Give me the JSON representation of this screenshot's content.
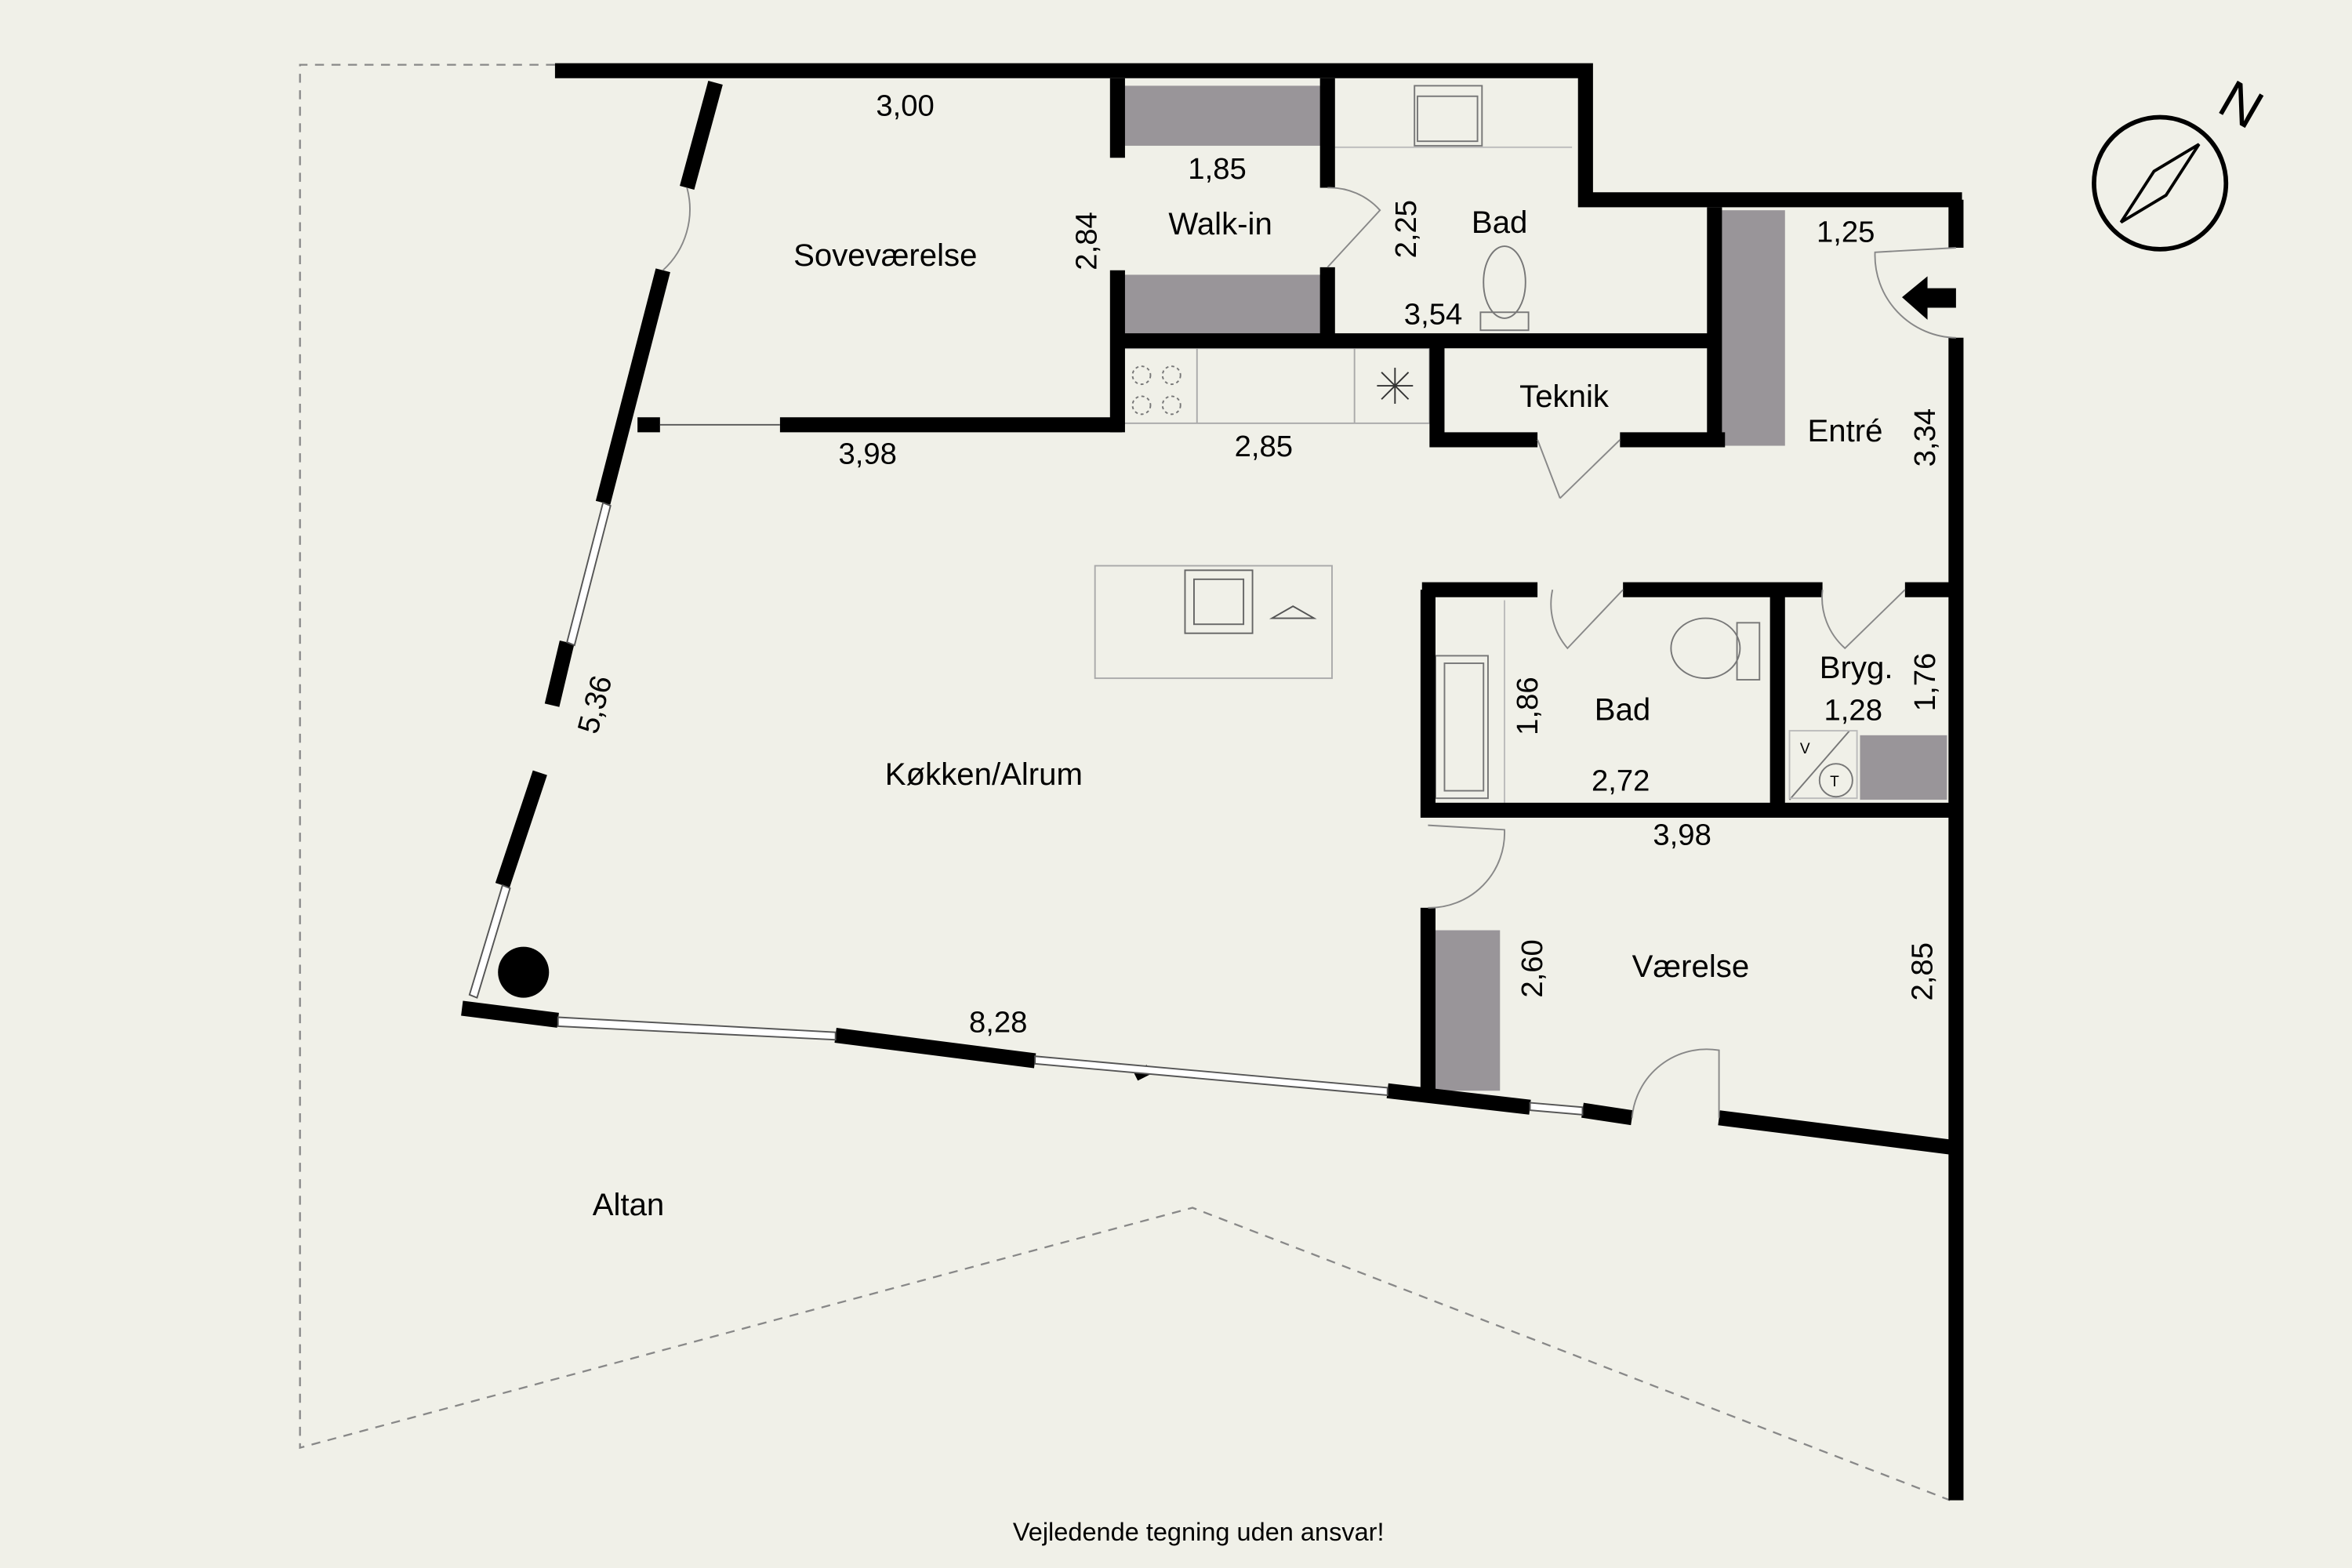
{
  "rooms": {
    "bedroom": "Soveværelse",
    "walkin": "Walk-in",
    "bath1": "Bad",
    "technical": "Teknik",
    "entrance": "Entré",
    "kitchen": "Køkken/Alrum",
    "bath2": "Bad",
    "utility": "Bryg.",
    "room": "Værelse",
    "balcony": "Altan"
  },
  "dimensions": {
    "bedroom_top": "3,00",
    "bedroom_side": "2,84",
    "bedroom_bottom": "3,98",
    "walkin_width": "1,85",
    "bath1_side": "2,25",
    "bath1_bottom": "3,54",
    "entrance_top": "1,25",
    "entrance_side": "3,34",
    "kitchen_counter": "2,85",
    "left_wall": "5,36",
    "bottom_wall": "8,28",
    "bath2_side": "1,86",
    "bath2_bottom": "2,72",
    "utility_width": "1,28",
    "utility_side": "1,76",
    "room_top": "3,98",
    "room_side": "2,60",
    "right_side": "2,85"
  },
  "fixtures": {
    "washer": "V",
    "dryer": "T"
  },
  "compass": {
    "north": "N"
  },
  "footer": "Vejledende tegning uden ansvar!",
  "colors": {
    "background": "#f0f0e8",
    "wall": "#000000",
    "closet": "#999599"
  }
}
